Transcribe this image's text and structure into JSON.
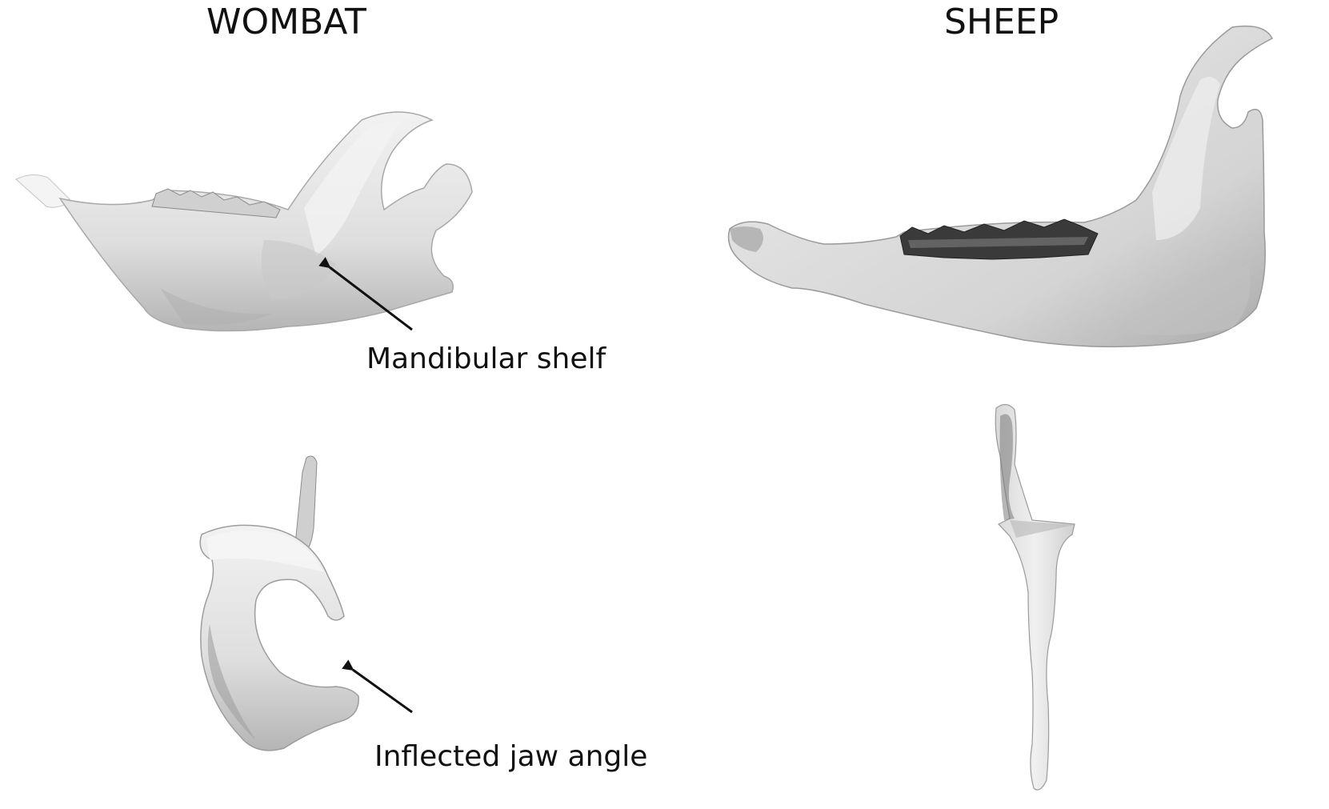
{
  "columns": {
    "wombat": {
      "title": "WOMBAT"
    },
    "sheep": {
      "title": "SHEEP"
    }
  },
  "annotations": {
    "mandibular_shelf": "Mandibular shelf",
    "inflected_jaw_angle": "Inflected jaw angle"
  },
  "colors": {
    "bone_light": "#e9e9e9",
    "bone_mid": "#d2d2d2",
    "bone_shadow": "#9a9a9a",
    "teeth_dark": "#3a3a3a",
    "arrow": "#111111"
  }
}
